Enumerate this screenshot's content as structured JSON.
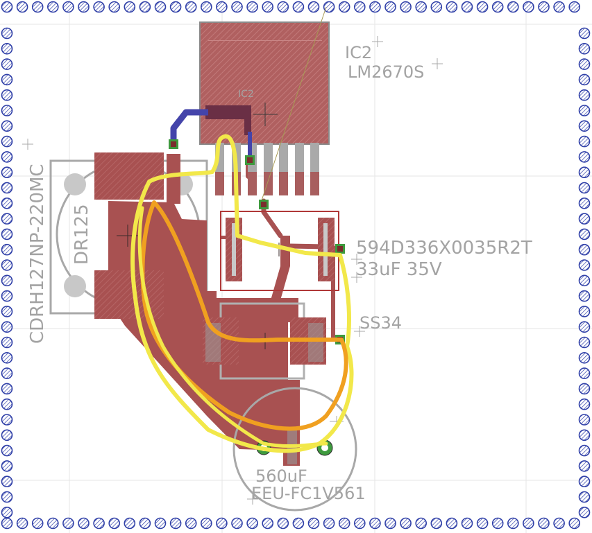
{
  "board": {
    "components": {
      "ic2": {
        "designator": "IC2",
        "part": "LM2670S",
        "pad_label": "IC2"
      },
      "inductor": {
        "designator": "DR125",
        "part": "CDRH127NP-220MC"
      },
      "tantalum_cap": {
        "part": "594D336X0035R2T",
        "value": "33uF 35V"
      },
      "diode": {
        "part": "SS34"
      },
      "electrolytic_cap": {
        "value": "560uF",
        "part": "EEU-FC1V561"
      }
    },
    "colors": {
      "background": "#ffffff",
      "grid": "#e4e4e4",
      "copper_top": "#a85151",
      "copper_hatch": "#c27a7a",
      "copper_bottom": "#4444aa",
      "via": "#3e9a3e",
      "silkscreen": "#9a9a9a",
      "outline": "#b03838",
      "loop_outer": "#f2e84a",
      "loop_inner": "#f0a020",
      "border_hole": "#3040a8"
    }
  }
}
